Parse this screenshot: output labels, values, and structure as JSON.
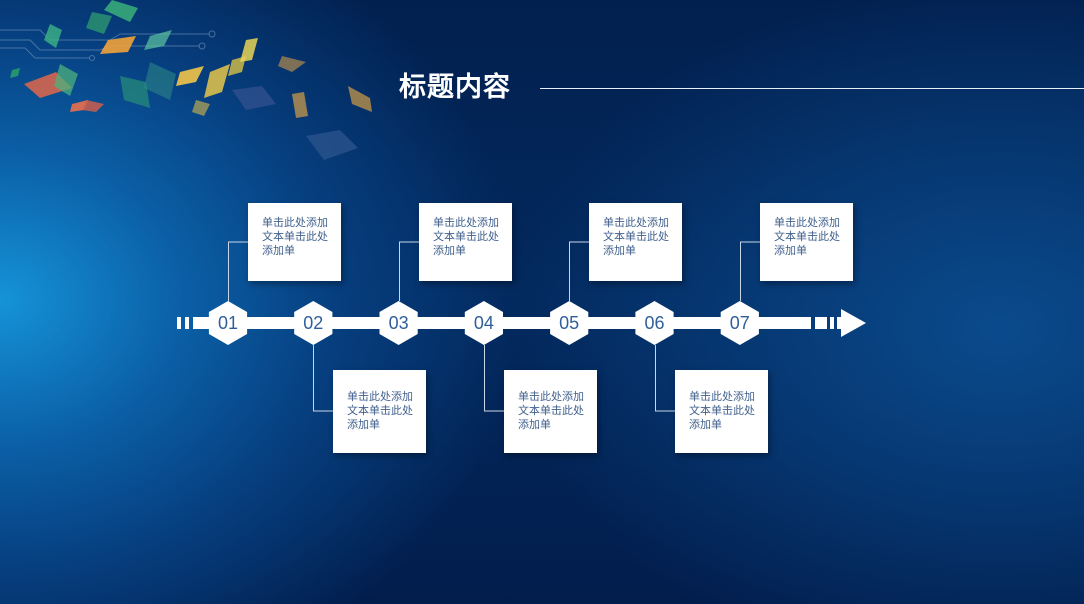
{
  "slide": {
    "title": "标题内容"
  },
  "timeline": {
    "nodes": [
      {
        "label": "01",
        "card_text": "单击此处添加文本单击此处添加单",
        "card_position": "top"
      },
      {
        "label": "02",
        "card_text": "单击此处添加文本单击此处添加单",
        "card_position": "bottom"
      },
      {
        "label": "03",
        "card_text": "单击此处添加文本单击此处添加单",
        "card_position": "top"
      },
      {
        "label": "04",
        "card_text": "单击此处添加文本单击此处添加单",
        "card_position": "bottom"
      },
      {
        "label": "05",
        "card_text": "单击此处添加文本单击此处添加单",
        "card_position": "top"
      },
      {
        "label": "06",
        "card_text": "单击此处添加文本单击此处添加单",
        "card_position": "bottom"
      },
      {
        "label": "07",
        "card_text": "单击此处添加文本单击此处添加单",
        "card_position": "top"
      }
    ]
  },
  "colors": {
    "background": "#03295e",
    "accent_text": "#2f5f9a",
    "card": "#ffffff",
    "timeline": "#ffffff"
  }
}
